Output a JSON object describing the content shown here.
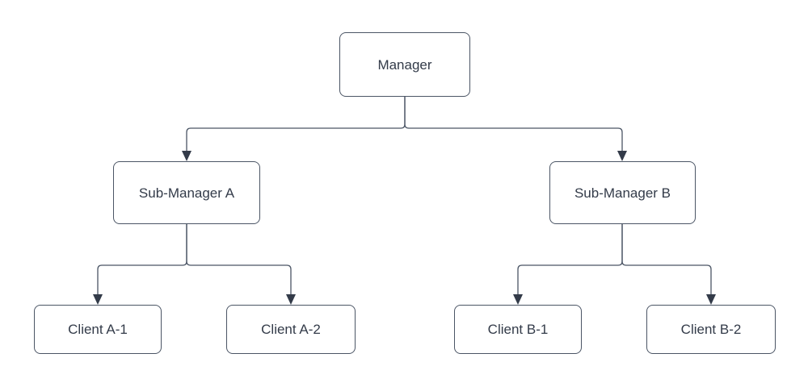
{
  "diagram": {
    "type": "tree",
    "nodes": {
      "manager": {
        "label": "Manager",
        "level": 0
      },
      "sub_manager_a": {
        "label": "Sub-Manager A",
        "level": 1
      },
      "sub_manager_b": {
        "label": "Sub-Manager B",
        "level": 1
      },
      "client_a1": {
        "label": "Client A-1",
        "level": 2
      },
      "client_a2": {
        "label": "Client A-2",
        "level": 2
      },
      "client_b1": {
        "label": "Client B-1",
        "level": 2
      },
      "client_b2": {
        "label": "Client B-2",
        "level": 2
      }
    },
    "edges": [
      {
        "from": "manager",
        "to": "sub_manager_a",
        "arrow": "filled-triangle"
      },
      {
        "from": "manager",
        "to": "sub_manager_b",
        "arrow": "filled-triangle"
      },
      {
        "from": "sub_manager_a",
        "to": "client_a1",
        "arrow": "filled-triangle"
      },
      {
        "from": "sub_manager_a",
        "to": "client_a2",
        "arrow": "filled-triangle"
      },
      {
        "from": "sub_manager_b",
        "to": "client_b1",
        "arrow": "filled-triangle"
      },
      {
        "from": "sub_manager_b",
        "to": "client_b2",
        "arrow": "filled-triangle"
      }
    ],
    "colors": {
      "background": "#ffffff",
      "node_fill": "#ffffff",
      "node_border": "#4b5565",
      "text": "#333b49",
      "connector": "#4b5565",
      "arrowhead": "#333b49"
    }
  }
}
